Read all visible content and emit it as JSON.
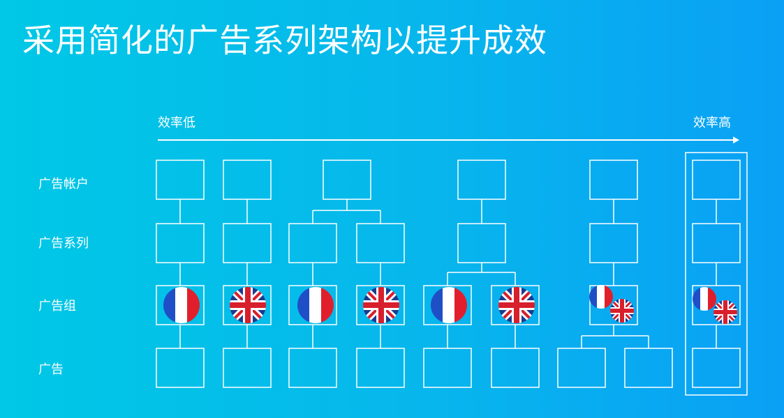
{
  "title": "采用简化的广告系列架构以提升成效",
  "axis": {
    "low_label": "效率低",
    "high_label": "效率高"
  },
  "rows": [
    "广告帐户",
    "广告系列",
    "广告组",
    "广告"
  ],
  "flags": {
    "france": "French flag",
    "uk": "UK flag"
  },
  "colors": {
    "background_start": "#00c8e6",
    "background_end": "#0aa0f5",
    "france_blue": "#1f4fc7",
    "france_red": "#e11f2c",
    "uk_blue": "#1c3b8f",
    "uk_red": "#d81f2c",
    "line": "#ffffff"
  },
  "structures": [
    {
      "accounts": 1,
      "campaigns": 1,
      "ad_sets": [
        "france"
      ],
      "ads": 1
    },
    {
      "accounts": 1,
      "campaigns": 1,
      "ad_sets": [
        "uk"
      ],
      "ads": 1
    },
    {
      "accounts": 1,
      "campaigns": 2,
      "ad_sets": [
        "france",
        "uk"
      ],
      "ads": 2
    },
    {
      "accounts": 1,
      "campaigns": 1,
      "ad_sets": [
        "france",
        "uk"
      ],
      "ads": 2
    },
    {
      "accounts": 1,
      "campaigns": 1,
      "ad_sets": [
        "france+uk"
      ],
      "ads": 2
    },
    {
      "accounts": 1,
      "campaigns": 1,
      "ad_sets": [
        "france+uk"
      ],
      "ads": 1,
      "highlighted": true
    }
  ]
}
